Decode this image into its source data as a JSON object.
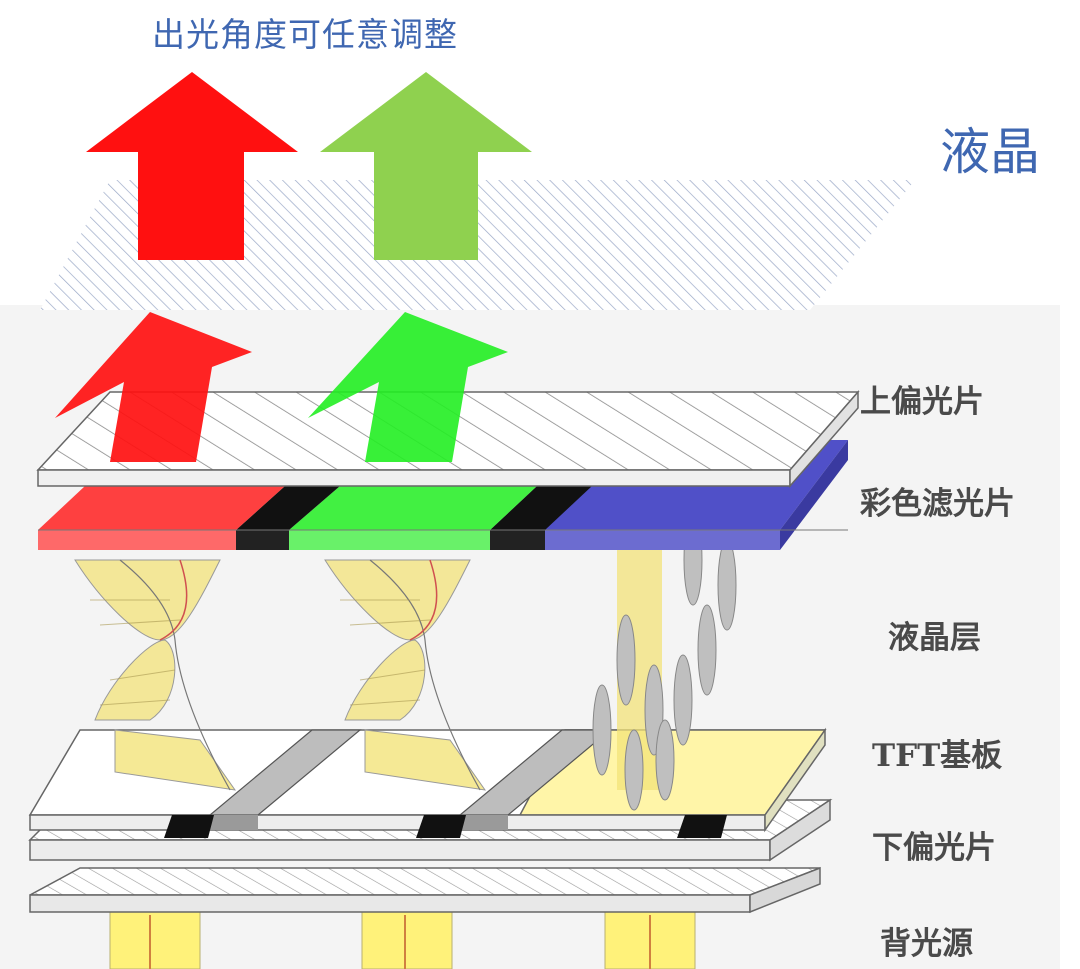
{
  "headline": "出光角度可任意调整",
  "liquid_crystal_label": "液晶",
  "layers": [
    {
      "id": "upper-polarizer",
      "label": "上偏光片"
    },
    {
      "id": "color-filter",
      "label": "彩色滤光片"
    },
    {
      "id": "liquid-crystal-layer",
      "label": "液晶层"
    },
    {
      "id": "tft-substrate",
      "label": "TFT基板"
    },
    {
      "id": "lower-polarizer",
      "label": "下偏光片"
    },
    {
      "id": "backlight",
      "label": "背光源"
    }
  ],
  "colors": {
    "caption_blue": "#3f67b1",
    "red": "#ff1010",
    "green": "#8fd14f",
    "bright_green": "#22ee22",
    "blue_filter": "#5050c8",
    "crystal_yellow": "#f3e37a",
    "backlight_yellow": "#fff27a"
  }
}
